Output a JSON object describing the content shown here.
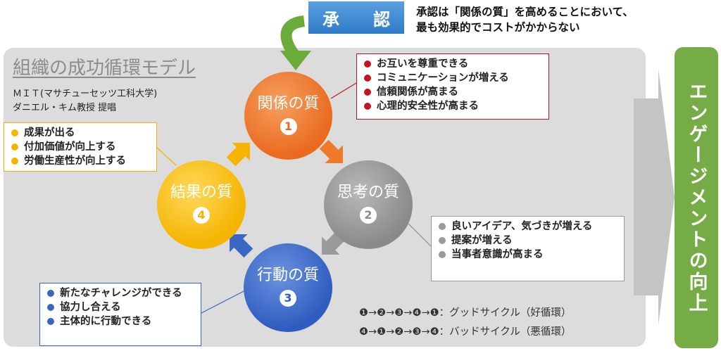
{
  "approval": {
    "label": "承　　認",
    "caption_line1": "承認は「関係の質」を高めることにおいて、",
    "caption_line2": "最も効果的でコストがかからない"
  },
  "model": {
    "title": "組織の成功循環モデル",
    "credit_line1": "ＭＩＴ(マサチューセッツ工科大学)",
    "credit_line2": "ダニエル・キム教授 提唱"
  },
  "circles": {
    "relationship": {
      "label": "関係の質",
      "number": "1"
    },
    "thinking": {
      "label": "思考の質",
      "number": "2"
    },
    "action": {
      "label": "行動の質",
      "number": "3"
    },
    "results": {
      "label": "結果の質",
      "number": "4"
    }
  },
  "boxes": {
    "relationship": {
      "items": [
        "お互いを尊重できる",
        "コミュニケーションが増える",
        "信頼関係が高まる",
        "心理的安全性が高まる"
      ]
    },
    "results": {
      "items": [
        "成果が出る",
        "付加価値が向上する",
        "労働生産性が向上する"
      ]
    },
    "thinking": {
      "items": [
        "良いアイデア、気づきが増える",
        "提案が増える",
        "当事者意識が高まる"
      ]
    },
    "action": {
      "items": [
        "新たなチャレンジができる",
        "協力し合える",
        "主体的に行動できる"
      ]
    }
  },
  "legend": {
    "good": "❶→❷→❸→❹→❶：グッドサイクル（好循環）",
    "bad": "❹→❶→❷→❸→❹：バッドサイクル（悪循環）"
  },
  "engagement": {
    "label": "エンゲージメントの向上"
  },
  "colors": {
    "relationship": "#ea6a1e",
    "thinking": "#8a8a8a",
    "action": "#2f5cc0",
    "results": "#f4b400",
    "approval": "#2f7bc8",
    "engagement": "#75ac45"
  }
}
